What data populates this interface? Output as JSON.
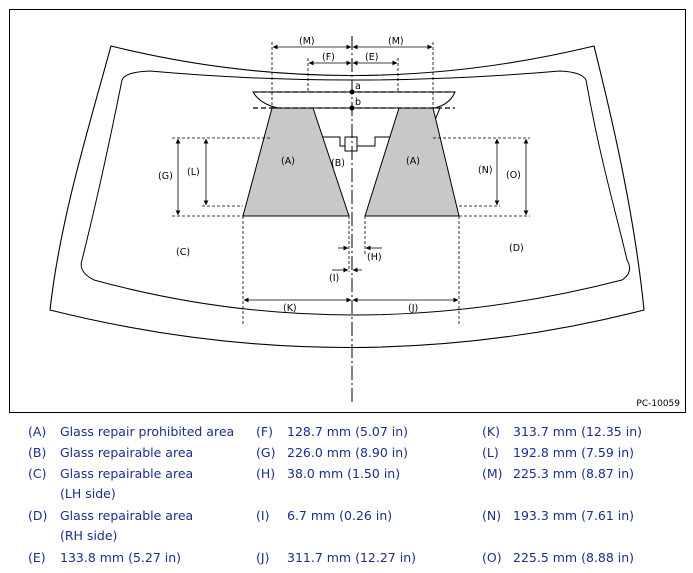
{
  "diagram": {
    "figure_id": "PC-10059",
    "labels": {
      "A": "(A)",
      "B": "(B)",
      "C": "(C)",
      "D": "(D)",
      "E": "(E)",
      "F": "(F)",
      "G": "(G)",
      "H": "(H)",
      "I": "(I)",
      "J": "(J)",
      "K": "(K)",
      "L": "(L)",
      "M": "(M)",
      "N": "(N)",
      "O": "(O)",
      "a": "a",
      "b": "b"
    }
  },
  "legend": [
    {
      "key": "(A)",
      "text": "Glass repair prohibited area",
      "text2": ""
    },
    {
      "key": "(B)",
      "text": "Glass repairable area",
      "text2": ""
    },
    {
      "key": "(C)",
      "text": "Glass repairable area",
      "text2": "(LH side)"
    },
    {
      "key": "(D)",
      "text": "Glass repairable area",
      "text2": "(RH side)"
    },
    {
      "key": "(E)",
      "text": "133.8 mm (5.27 in)",
      "text2": ""
    },
    {
      "key": "(F)",
      "text": "128.7 mm (5.07 in)",
      "text2": ""
    },
    {
      "key": "(G)",
      "text": "226.0 mm (8.90 in)",
      "text2": ""
    },
    {
      "key": "(H)",
      "text": "38.0 mm (1.50 in)",
      "text2": ""
    },
    {
      "key": "(I)",
      "text": "6.7 mm (0.26 in)",
      "text2": ""
    },
    {
      "key": "(J)",
      "text": "311.7 mm (12.27 in)",
      "text2": ""
    },
    {
      "key": "(K)",
      "text": "313.7 mm (12.35 in)",
      "text2": ""
    },
    {
      "key": "(L)",
      "text": "192.8 mm (7.59 in)",
      "text2": ""
    },
    {
      "key": "(M)",
      "text": "225.3 mm (8.87 in)",
      "text2": ""
    },
    {
      "key": "(N)",
      "text": "193.3 mm (7.61 in)",
      "text2": ""
    },
    {
      "key": "(O)",
      "text": "225.5 mm (8.88 in)",
      "text2": ""
    }
  ],
  "colors": {
    "legend_text": "#1b2f8c",
    "prohibited_fill": "#c8c8c8",
    "line": "#000000"
  }
}
